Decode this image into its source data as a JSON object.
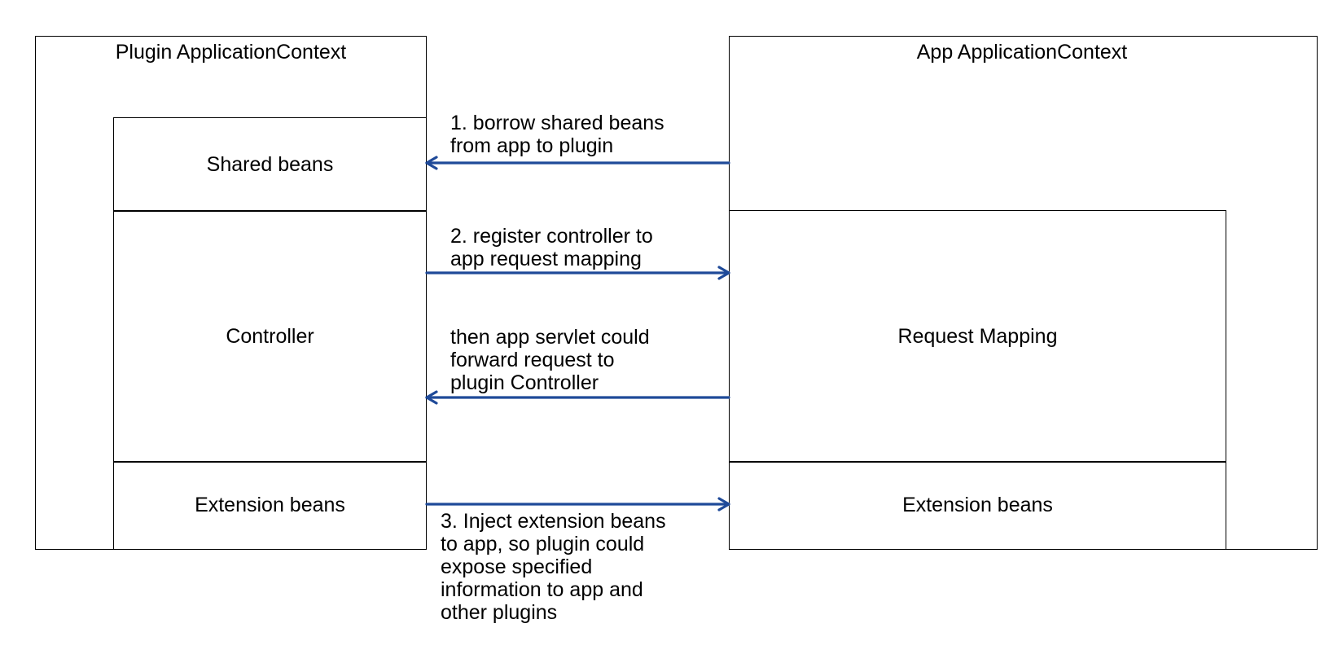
{
  "plugin_context": {
    "title": "Plugin ApplicationContext",
    "shared_beans": "Shared beans",
    "controller": "Controller",
    "extension_beans": "Extension beans"
  },
  "app_context": {
    "title": "App ApplicationContext",
    "request_mapping": "Request Mapping",
    "extension_beans": "Extension beans"
  },
  "arrows": {
    "step1": "1. borrow shared beans\nfrom app to plugin",
    "step2": "2. register controller to\napp request mapping",
    "forward": "then app servlet could\nforward request to\nplugin Controller",
    "step3": "3. Inject extension beans\nto app, so plugin could\nexpose specified\ninformation to app and\nother plugins"
  },
  "colors": {
    "arrow": "#1f4a99",
    "border": "#000000"
  }
}
